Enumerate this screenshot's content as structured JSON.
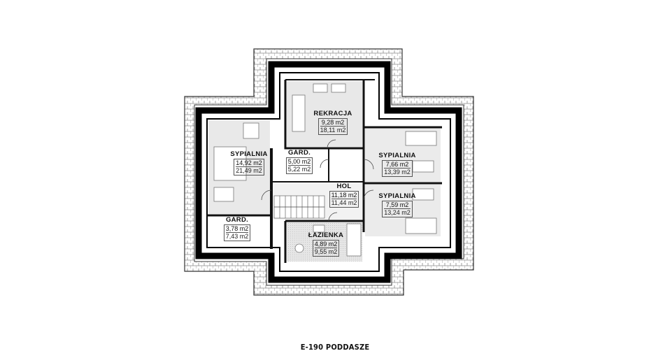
{
  "plan_title": "E-190 PODDASZE",
  "rooms": [
    {
      "key": "rekreacja",
      "name": "REKRACJA",
      "area": "9,28 m2",
      "area_total": "18,11 m2"
    },
    {
      "key": "sypialnia1",
      "name": "SYPIALNIA",
      "area": "14,92 m2",
      "area_total": "21,49 m2"
    },
    {
      "key": "gard1",
      "name": "GARD.",
      "area": "5,00 m2",
      "area_total": "5,22 m2"
    },
    {
      "key": "sypialnia2",
      "name": "SYPIALNIA",
      "area": "7,66 m2",
      "area_total": "13,39 m2"
    },
    {
      "key": "hol",
      "name": "HOL",
      "area": "11,18 m2",
      "area_total": "11,44 m2"
    },
    {
      "key": "sypialnia3",
      "name": "SYPIALNIA",
      "area": "7,59 m2",
      "area_total": "13,24 m2"
    },
    {
      "key": "gard2",
      "name": "GARD.",
      "area": "3,78 m2",
      "area_total": "7,43 m2"
    },
    {
      "key": "lazienka",
      "name": "ŁAZIENKA",
      "area": "4,89 m2",
      "area_total": "9,55 m2"
    }
  ]
}
